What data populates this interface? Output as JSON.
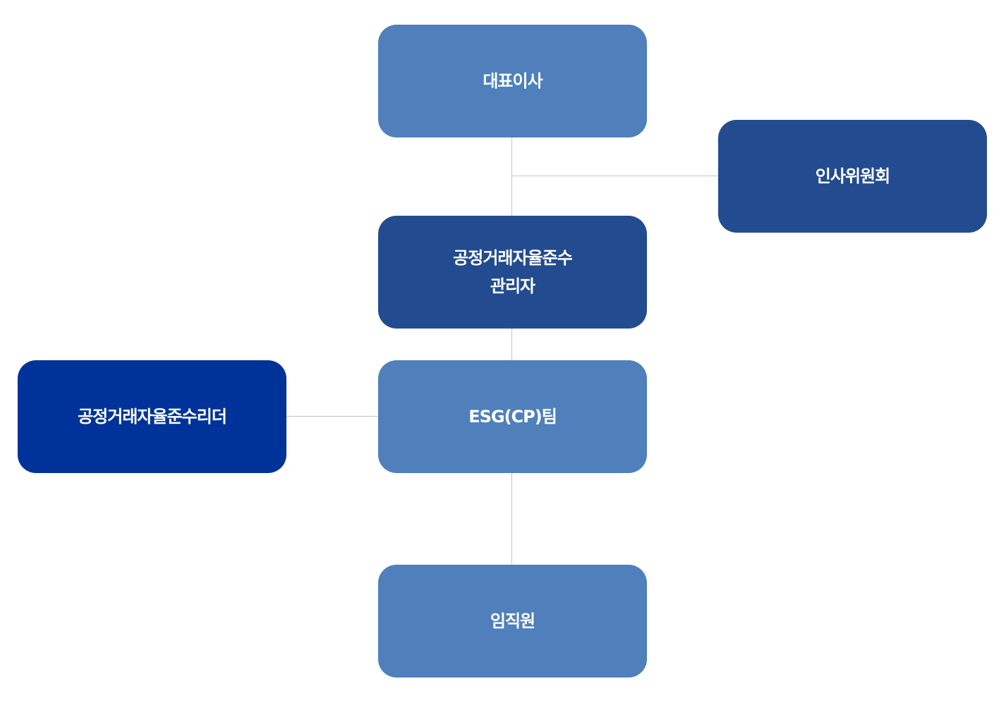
{
  "nodes": {
    "ceo": "대표이사",
    "hr_committee": "인사위원회",
    "compliance_manager": {
      "line1": "공정거래자율준수",
      "line2": "관리자"
    },
    "team": "ESG(CP)팀",
    "compliance_leader": "공정거래자율준수리더",
    "employees": "임직원"
  },
  "colors": {
    "light_box": "#4f80bc",
    "mid_box": "#234b8f",
    "deep_box": "#003399",
    "connector": "#c4c4c4"
  }
}
